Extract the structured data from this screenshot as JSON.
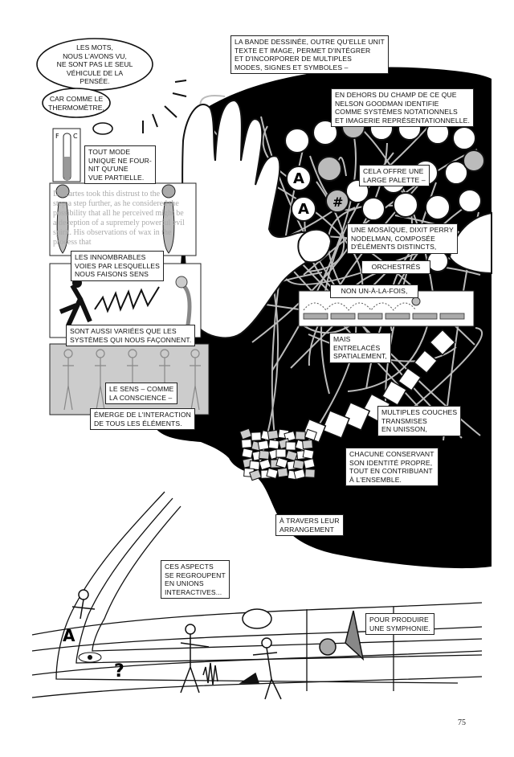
{
  "page_number": "75",
  "thought_bubbles": [
    "Les mots,\nnous l'avons vu,\nne sont pas le seul\nvéhicule de la\npensée.",
    "Car comme le\nthermomètre,"
  ],
  "thermometer": {
    "left_label": "F",
    "right_label": "C"
  },
  "background_text": "Descartes took this distrust to the\nstep a step further, as he considered the\npossibility that all he perceived might be\na deception of a supremely powerful evil\nspirit. His observations of wax in the\nprocess that",
  "captions": {
    "tout_mode": "Tout mode\nunique ne four-\nnit qu'une\nvue partielle.",
    "bande_dessinee": "La bande dessinée, outre qu'elle unit\ntexte et image, permet d'intégrer\net d'incorporer de multiples\nmodes, signes et symboles –",
    "en_dehors": "En dehors du champ de ce que\nNelson Goodman identifie\ncomme systèmes notationnels\net imagerie représentationnelle.",
    "innombrables": "Les innombrables\nvoies par lesquelles\nnous faisons sens",
    "sont_aussi": "Sont aussi variées que les\nsystèmes qui nous façonnent.",
    "le_sens": "Le sens – comme\nla conscience –",
    "emerge": "Émerge de l'interaction\nde tous les éléments.",
    "cela_offre": "Cela offre une\nlarge palette –",
    "mosaique": "Une mosaïque, dixit Perry\nNodelman, composée\nd'éléments distincts,",
    "orchestres": "Orchestrés",
    "non_un": "Non un-à-la-fois,",
    "mais": "Mais\nentrelacés\nspatialement,",
    "multiples": "Multiples couches\ntransmises\nen unisson,",
    "chacune": "Chacune conservant\nson identité propre,\ntout en contribuant\nà l'ensemble.",
    "a_travers": "À travers leur\narrangement",
    "ces_aspects": "Ces aspects\nse regroupent\nen unions\ninteractives...",
    "pour_produire": "Pour produire\nune symphonie."
  },
  "symbols": {
    "letter_a": "A",
    "question": "?",
    "hash": "#"
  }
}
